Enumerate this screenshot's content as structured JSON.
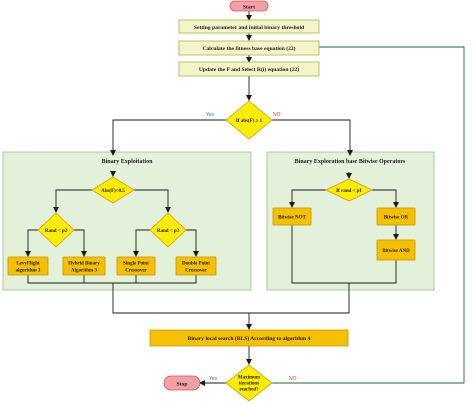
{
  "colors": {
    "terminal_fill": "#f4a0a8",
    "terminal_stroke": "#d9534f",
    "step_fill": "#f3f5c8",
    "step_stroke": "#a9b24a",
    "panel_fill": "#e3f0da",
    "panel_stroke": "#9cc08a",
    "decision_fill": "#ffec00",
    "decision_stroke": "#c9a200",
    "op_fill": "#f5c000",
    "op_stroke": "#c79600",
    "line": "#1a1a1a",
    "loop_line": "#1f6b33"
  },
  "nodes": {
    "start": "Start",
    "setting": "Setting parameter and initial binary threshold",
    "fitness": "Calculate the fitness base equation (22)",
    "update": "Update the F and Select R(i) equation (22)",
    "if_abs": "If abs(F) ≥ 1",
    "stop": "Stop",
    "bls": "Binary local search (BLS) According to algorithm 4",
    "max_iter_1": "Maximum",
    "max_iter_2": "iterations",
    "max_iter_3": "reached?"
  },
  "edges": {
    "yes": "Yes",
    "no": "NO",
    "stop_yes": "Yes",
    "stop_no": "NO"
  },
  "left_panel": {
    "title": "Binary Exploitation",
    "decision_top": "Abs(F)<0.5",
    "decision_left": "Rand < p2",
    "decision_right": "Rand < p3",
    "box1_line1": "LevyFlight",
    "box1_line2": "algorithm 3",
    "box2_line1": "Hybrid Binary",
    "box2_line2": "Algorithm 3",
    "box3_line1": "Single Point",
    "box3_line2": "Crossover",
    "box4_line1": "Double Point",
    "box4_line2": "Crossover"
  },
  "right_panel": {
    "title": "Binary Exploration base Bitwise Operators",
    "decision": "If rand < p1",
    "op_not": "Bitwise NOT",
    "op_or": "Bitwise OR",
    "op_and": "Bitwise AND"
  }
}
